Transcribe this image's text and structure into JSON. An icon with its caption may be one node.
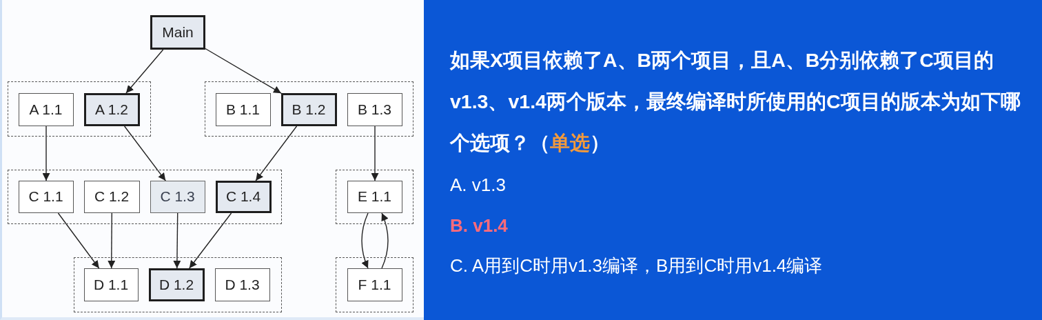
{
  "diagram": {
    "nodes": [
      {
        "text": [
          "Main"
        ]
      },
      {
        "text": [],
        "shape": "box"
      },
      {
        "text": [
          "A 1.1"
        ],
        "in": 1
      },
      {
        "text": [
          "A 1.2"
        ],
        "in": 1
      },
      {
        "text": [],
        "shape": "box"
      },
      {
        "text": [
          "B 1.1"
        ],
        "in": 4
      },
      {
        "text": [
          "B 1.2"
        ],
        "in": 4
      },
      {
        "text": [
          "B 1.3"
        ],
        "in": 4
      },
      {
        "text": [],
        "shape": "box"
      },
      {
        "text": [
          "C 1.1"
        ],
        "in": 8
      },
      {
        "text": [
          "C 1.2"
        ],
        "in": 8
      },
      {
        "text": [
          "C 1.3"
        ],
        "in": 8
      },
      {
        "text": [
          "C 1.4"
        ],
        "in": 8
      },
      {
        "text": [],
        "shape": "box"
      },
      {
        "text": [
          "E 1.1"
        ],
        "in": 13
      },
      {
        "text": [],
        "shape": "box"
      },
      {
        "text": [
          "D 1.1"
        ],
        "in": 15
      },
      {
        "text": [
          "D 1.2"
        ],
        "in": 15
      },
      {
        "text": [
          "D 1.3"
        ],
        "in": 15
      },
      {
        "text": [],
        "shape": "box"
      },
      {
        "text": [
          "F 1.1"
        ],
        "in": 19
      }
    ],
    "edges": [
      {
        "from": 0,
        "to": 3,
        "arrow": "to"
      },
      {
        "from": 0,
        "to": 6,
        "arrow": "to"
      },
      {
        "from": 2,
        "to": 9,
        "arrow": "to"
      },
      {
        "from": 3,
        "to": 11,
        "arrow": "to"
      },
      {
        "from": 6,
        "to": 12,
        "arrow": "to"
      },
      {
        "from": 7,
        "to": 14,
        "arrow": "to"
      },
      {
        "from": 9,
        "to": 16,
        "arrow": "to"
      },
      {
        "from": 10,
        "to": 16,
        "arrow": "to"
      },
      {
        "from": 11,
        "to": 17,
        "arrow": "to"
      },
      {
        "from": 12,
        "to": 17,
        "arrow": "to"
      },
      {
        "from": 14,
        "to": 20,
        "arrow": "to"
      },
      {
        "from": 20,
        "to": 14,
        "arrow": "to"
      }
    ],
    "labels": [
      "如果X项目依赖了A、B两个项目，且A、B分别依赖了C项目的v1.3、v1.4两个版本，最终编译时所使用的C项目的版本为如下哪个选项？（**单选**）",
      "A. v1.3",
      "B. v1.4",
      "C. A用到C时用v1.3编译，B用到C时用v1.4编译"
    ]
  }
}
